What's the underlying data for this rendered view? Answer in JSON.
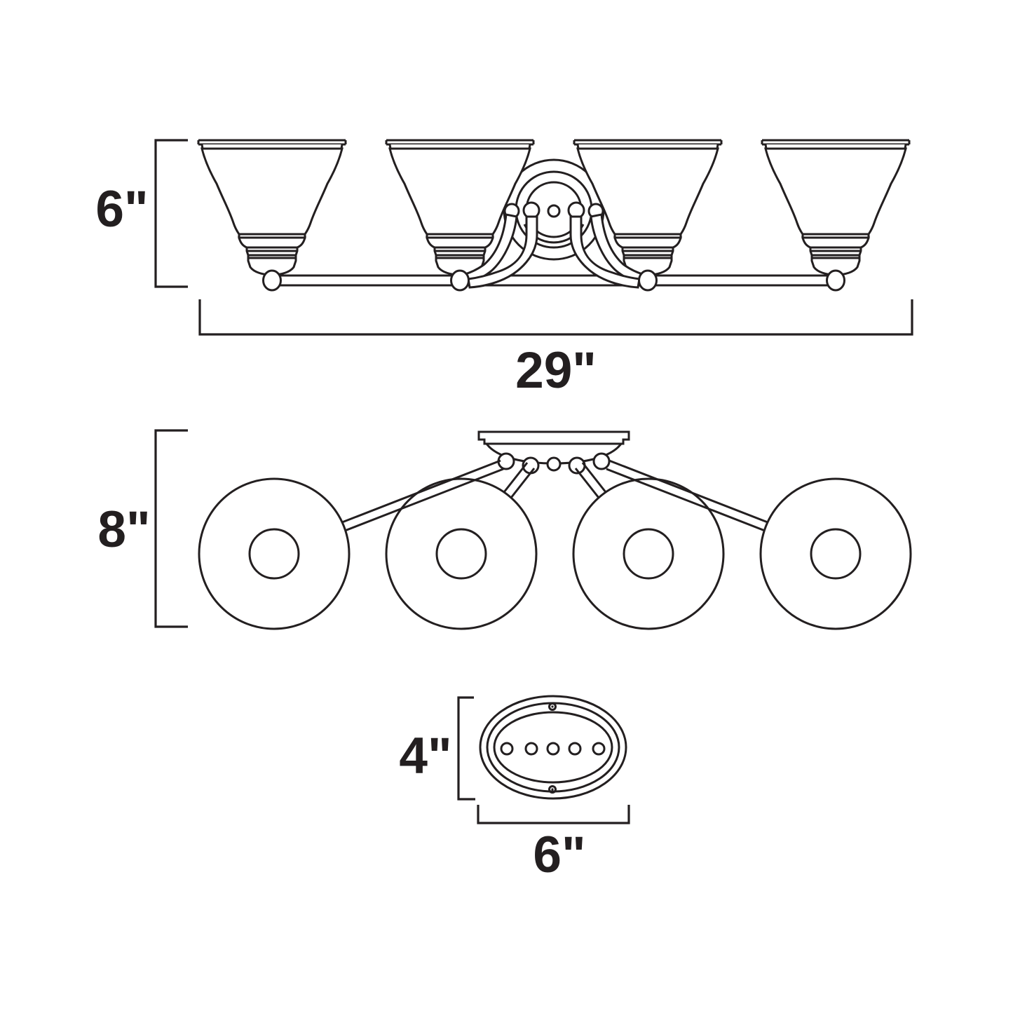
{
  "page": {
    "background": "#ffffff",
    "line_color": "#231f20",
    "units": "inches"
  },
  "diagram": {
    "type": "product-dimension-line-drawing",
    "product": "4-light bath vanity fixture",
    "views": [
      {
        "id": "front",
        "name": "front-elevation",
        "lights": 4,
        "labels": {
          "height": "6\"",
          "width": "29\""
        }
      },
      {
        "id": "top",
        "name": "top-plan",
        "shade_circles": 4,
        "labels": {
          "depth": "8\""
        }
      },
      {
        "id": "backplate",
        "name": "backplate-detail",
        "socket_holes": 5,
        "labels": {
          "height": "4\"",
          "width": "6\""
        }
      }
    ]
  }
}
